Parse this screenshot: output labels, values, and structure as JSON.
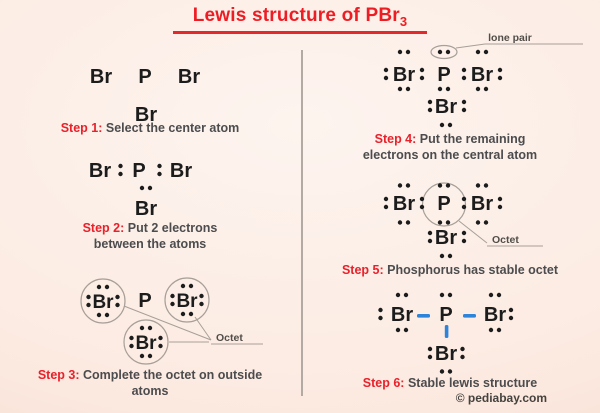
{
  "title": {
    "main": "Lewis structure of PBr",
    "subscript": "3"
  },
  "atoms": {
    "phosphorus": "P",
    "bromine": "Br"
  },
  "annotations": {
    "lone_pair": "lone pair",
    "octet_outside": "Octet",
    "octet_central": "Octet"
  },
  "steps": {
    "step1": {
      "label": "Step 1:",
      "line1": "Select the center atom"
    },
    "step2": {
      "label": "Step 2:",
      "line1": "Put 2 electrons",
      "line2": "between the atoms"
    },
    "step3": {
      "label": "Step 3:",
      "line1": "Complete the octet on outside",
      "line2": "atoms"
    },
    "step4": {
      "label": "Step 4:",
      "line1": "Put the remaining",
      "line2": "electrons on the central atom"
    },
    "step5": {
      "label": "Step 5:",
      "line1": "Phosphorus has stable octet"
    },
    "step6": {
      "label": "Step 6:",
      "line1": "Stable lewis structure"
    }
  },
  "footer": {
    "credit": "© pediabay.com"
  },
  "colors": {
    "accent_red": "#e8212b",
    "bond_blue": "#2e84d8",
    "text_dark": "#4c4c4e",
    "atom_black": "#1c1c1c",
    "background_peach": "#fcebe2"
  }
}
